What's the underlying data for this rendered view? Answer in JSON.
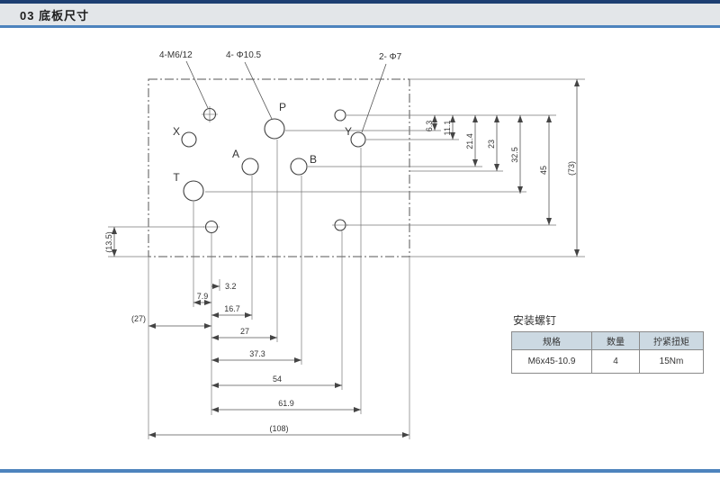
{
  "header": {
    "title": "03 底板尺寸"
  },
  "drawing": {
    "callouts": {
      "thread_holes": "4-M6/12",
      "large_holes": "4- Φ10.5",
      "small_holes": "2- Φ7"
    },
    "ports": {
      "x": "X",
      "p": "P",
      "y": "Y",
      "a": "A",
      "b": "B",
      "t": "T"
    },
    "dims": {
      "right": [
        "6.3",
        "11.1",
        "21.4",
        "23",
        "32.5",
        "45",
        "(73)"
      ],
      "left_vertical": "(13.5)",
      "left_horizontal": "(27)",
      "bottom": [
        "3.2",
        "7.9",
        "16.7",
        "27",
        "37.3",
        "54",
        "61.9",
        "(108)"
      ]
    }
  },
  "screw_table": {
    "title": "安装螺钉",
    "headers": [
      "规格",
      "数量",
      "拧紧扭矩"
    ],
    "rows": [
      [
        "M6x45-10.9",
        "4",
        "15Nm"
      ]
    ]
  }
}
